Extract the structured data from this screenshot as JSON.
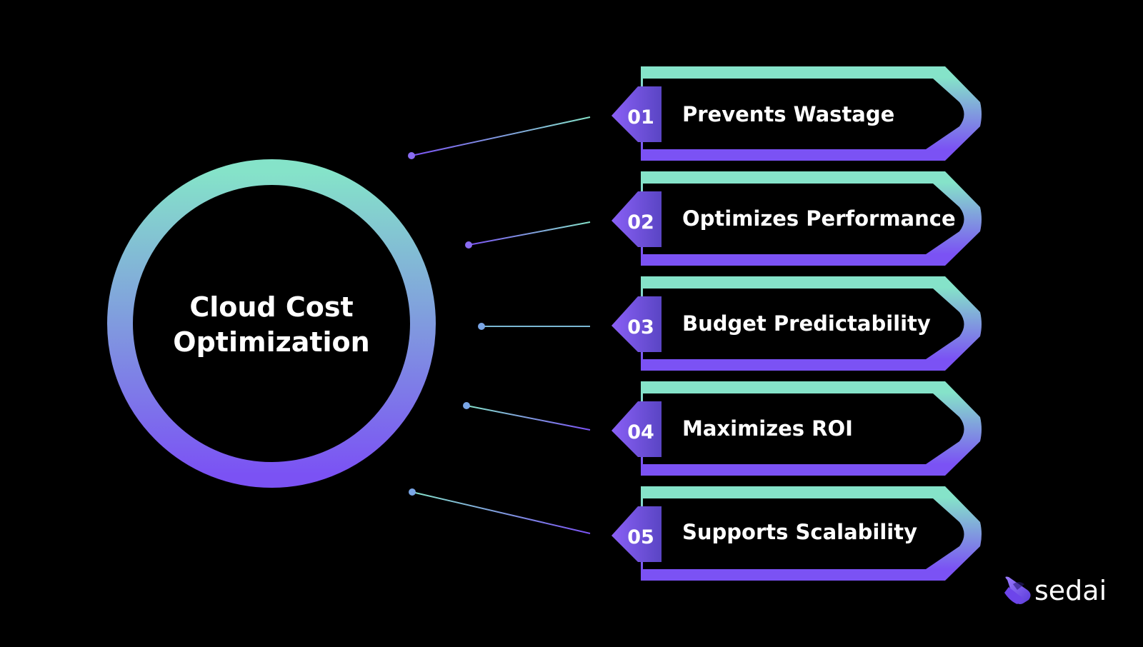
{
  "hub": {
    "title_line1": "Cloud Cost",
    "title_line2": "Optimization"
  },
  "items": [
    {
      "number": "01",
      "label": "Prevents Wastage"
    },
    {
      "number": "02",
      "label": "Optimizes Performance"
    },
    {
      "number": "03",
      "label": "Budget Predictability"
    },
    {
      "number": "04",
      "label": "Maximizes ROI"
    },
    {
      "number": "05",
      "label": "Supports Scalability"
    }
  ],
  "brand": {
    "name": "sedai",
    "icon": "sedai-logo-icon"
  },
  "colors": {
    "background": "#000000",
    "gradient_top": "#85e3c9",
    "gradient_bottom": "#7b52f4",
    "text": "#ffffff"
  }
}
